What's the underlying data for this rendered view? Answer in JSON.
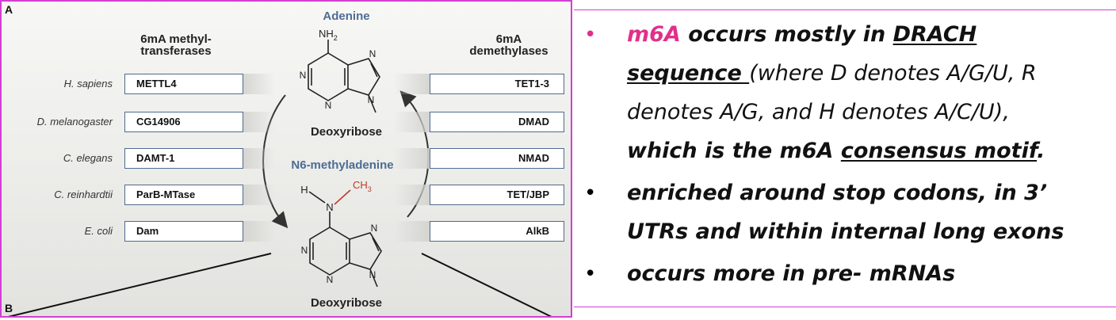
{
  "figure": {
    "panel_letters": [
      "A",
      "B"
    ],
    "methyltransferase_heading": [
      "6mA methyl-",
      "transferases"
    ],
    "demethylase_heading": [
      "6mA",
      "demethylases"
    ],
    "rows": [
      {
        "species": "H. sapiens",
        "methyltransferase": "METTL4",
        "demethylase": "TET1-3"
      },
      {
        "species": "D. melanogaster",
        "methyltransferase": "CG14906",
        "demethylase": "DMAD"
      },
      {
        "species": "C. elegans",
        "methyltransferase": "DAMT-1",
        "demethylase": "NMAD"
      },
      {
        "species": "C. reinhardtii",
        "methyltransferase": "ParB-MTase",
        "demethylase": "TET/JBP"
      },
      {
        "species": "E. coli",
        "methyltransferase": "Dam",
        "demethylase": "AlkB"
      }
    ],
    "adenine_title": "Adenine",
    "adenine_substituent": "NH",
    "adenine_substituent_sub": "2",
    "n6_title": "N6-methyladenine",
    "methyl_h": "H",
    "methyl_group": "CH",
    "methyl_group_sub": "3",
    "ring_atom": "N",
    "sugar_label": "Deoxyribose",
    "colors": {
      "title_blue": "#4d6c94",
      "box_border": "#4f6b8e",
      "methyl_red": "#c0392b",
      "frame_magenta": "#d23fd2"
    }
  },
  "bullets": {
    "b1": {
      "l1_magenta": "m6A",
      "l1_rest": " occurs mostly in ",
      "l1_drach": "DRACH",
      "l2_sequence": "sequence ",
      "l2_rest": "(where D denotes A/G/U, R",
      "l3": "denotes A/G, and H denotes A/C/U),",
      "l4_a": "which is the m6A ",
      "l4_motif": "consensus motif",
      "l4_end": "."
    },
    "b2": {
      "l1": "enriched around stop codons, in 3’",
      "l2": "UTRs and within internal long exons"
    },
    "b3": {
      "l1": "occurs more in pre- mRNAs"
    },
    "bullet_char": "•",
    "colors": {
      "accent": "#e0308a"
    }
  }
}
